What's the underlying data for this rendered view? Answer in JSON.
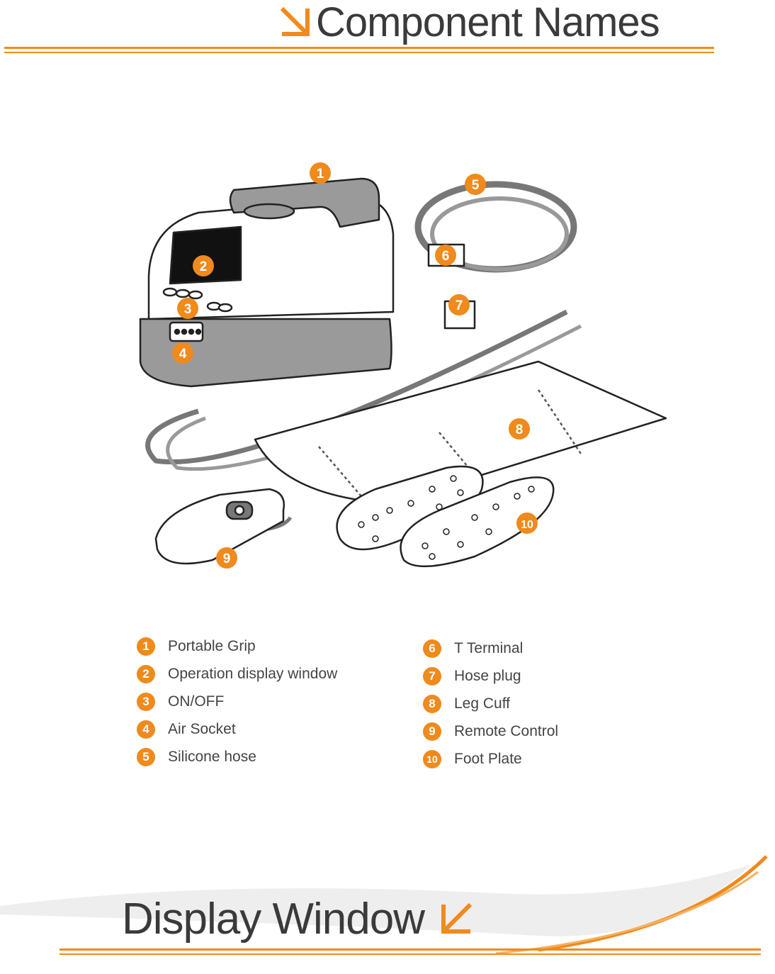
{
  "header": {
    "title": "Component Names"
  },
  "footer": {
    "title": "Display Window"
  },
  "colors": {
    "accent": "#f08a1c",
    "device_gray": "#9a9a9a",
    "line": "#222222"
  },
  "diagram": {
    "callouts": [
      "1",
      "2",
      "3",
      "4",
      "5",
      "6",
      "7",
      "8",
      "9",
      "10"
    ]
  },
  "legend": {
    "left": [
      {
        "num": "1",
        "label": "Portable Grip"
      },
      {
        "num": "2",
        "label": "Operation display window"
      },
      {
        "num": "3",
        "label": "ON/OFF"
      },
      {
        "num": "4",
        "label": "Air Socket"
      },
      {
        "num": "5",
        "label": "Silicone hose"
      }
    ],
    "right": [
      {
        "num": "6",
        "label": "T Terminal"
      },
      {
        "num": "7",
        "label": "Hose plug"
      },
      {
        "num": "8",
        "label": "Leg Cuff"
      },
      {
        "num": "9",
        "label": "Remote Control"
      },
      {
        "num": "10",
        "label": "Foot Plate"
      }
    ]
  }
}
